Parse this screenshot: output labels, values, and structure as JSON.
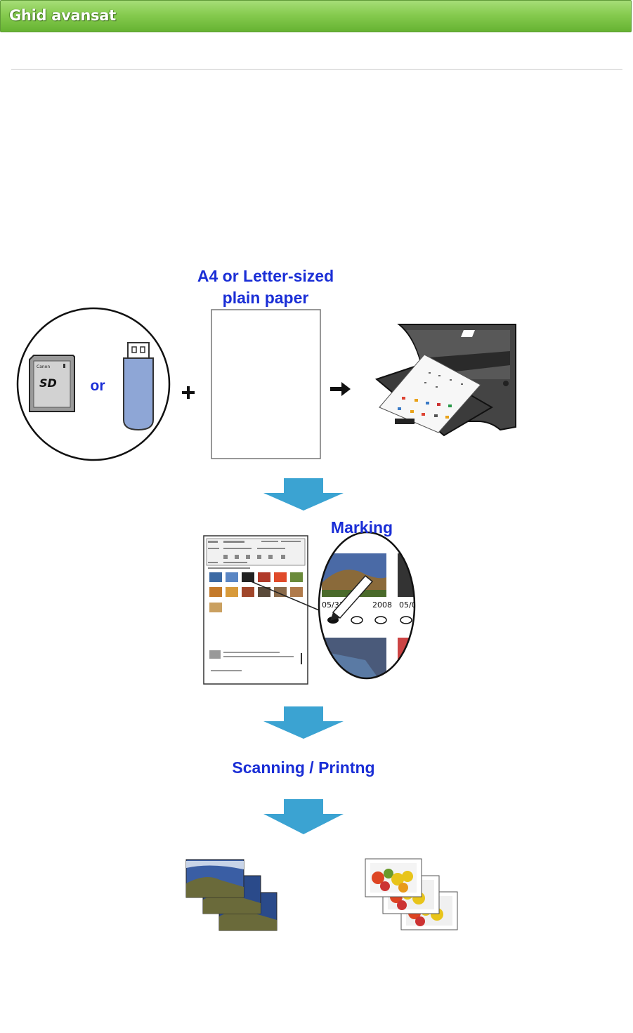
{
  "header": {
    "title": "Ghid avansat"
  },
  "diagram": {
    "paper_label": "A4 or Letter-sized\nplain paper",
    "or_label": "or",
    "marking_label": "Marking",
    "scanning_label": "Scanning / Printng",
    "sheet_dates": [
      "05/31/",
      "2008",
      "05/0"
    ],
    "colors": {
      "label_blue": "#1a2ed6",
      "arrow_blue": "#3ba3d2",
      "header_green": "#86cb4f",
      "usb_blue": "#8ea6d6"
    }
  }
}
